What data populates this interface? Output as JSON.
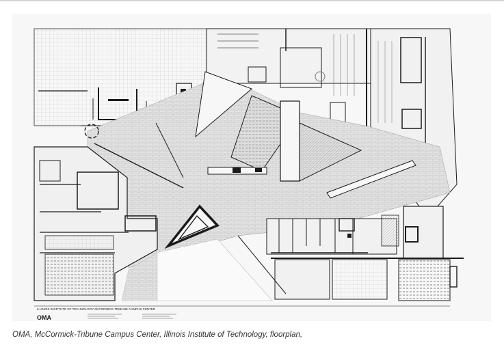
{
  "plan": {
    "titleblock_heading": "ILLINOIS INSTITUTE OF TECHNOLOGY McCORMICK-TRIBUNE CAMPUS CENTER",
    "logo": "OMA"
  },
  "caption": {
    "text": "OMA, McCormick-Tribune Campus Center, Illinois Institute of Technology, floorplan,"
  },
  "colors": {
    "line": "#1a1a1a",
    "paving": "#d6d6d6",
    "background": "#f7f7f7",
    "caption": "#333333"
  }
}
